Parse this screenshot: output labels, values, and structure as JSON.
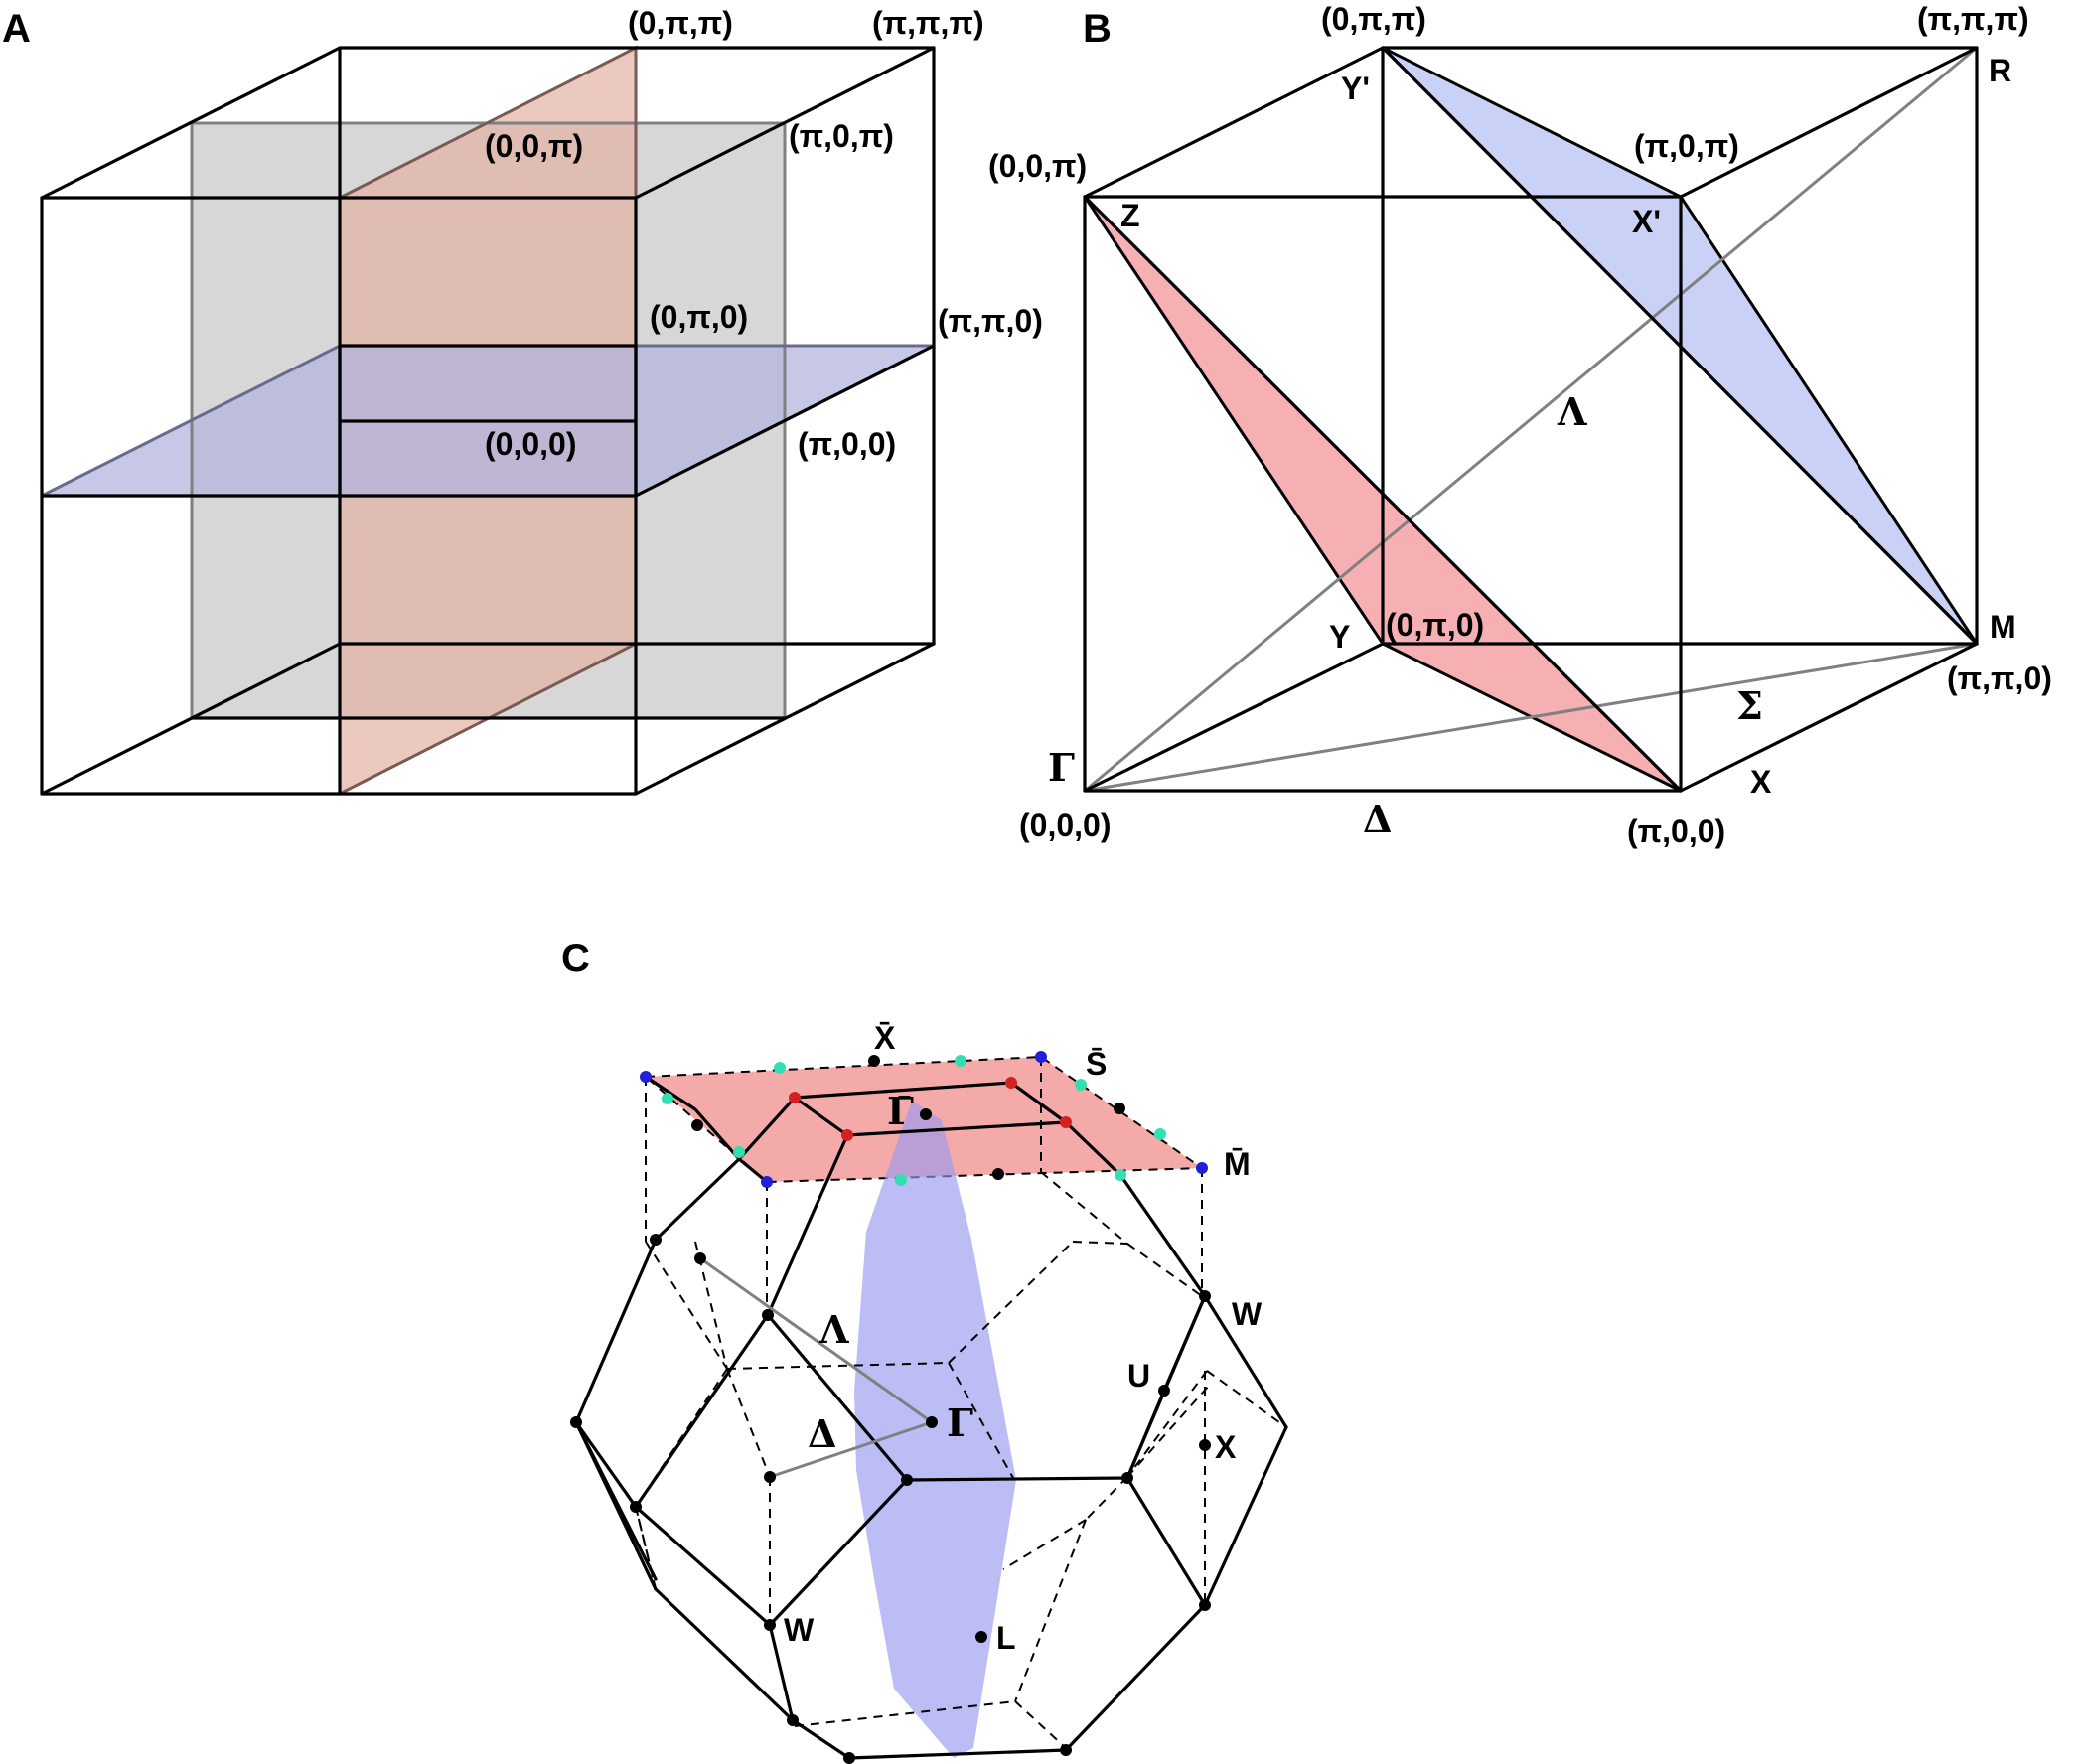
{
  "panels": {
    "A": {
      "letter": "A",
      "labels": {
        "top_left_back": "(0,π,π)",
        "top_right_back": "(π,π,π)",
        "top_mid": "(0,0,π)",
        "top_right": "(π,0,π)",
        "mid_mid": "(0,π,0)",
        "mid_right_back": "(π,π,0)",
        "center": "(0,0,0)",
        "center_right": "(π,0,0)"
      },
      "colors": {
        "gray_plane": "#c8c8c8",
        "red_plane": "#e3b2a4",
        "blue_plane": "#b4b4de"
      }
    },
    "B": {
      "letter": "B",
      "labels": {
        "top_back_left": "(0,π,π)",
        "top_back_right": "(π,π,π)",
        "top_front_left": "(0,0,π)",
        "top_front_right": "(π,0,π)",
        "y_coord": "(0,π,0)",
        "m_coord": "(π,π,0)",
        "gamma_coord": "(0,0,0)",
        "x_coord": "(π,0,0)"
      },
      "points": {
        "R": "R",
        "Y_prime": "Y'",
        "Z": "Z",
        "X_prime": "X'",
        "Y": "Y",
        "M": "M",
        "Gamma": "Γ",
        "X": "X"
      },
      "lines": {
        "Lambda": "Λ",
        "Sigma": "Σ",
        "Delta": "Δ"
      },
      "colors": {
        "red_plane": "#f07e84",
        "blue_plane": "#aab4f0"
      }
    },
    "C": {
      "letter": "C",
      "surface_points": {
        "X_bar": "X̄",
        "S_bar": "S̄",
        "M_bar": "M̄",
        "Gamma_bar": "Γ̄"
      },
      "bulk_points": {
        "W_top": "W",
        "U": "U",
        "X": "X",
        "Lambda": "Λ",
        "Delta": "Δ",
        "Gamma": "Γ",
        "W_bottom": "W",
        "L": "L"
      },
      "colors": {
        "surface_plane": "#f28e8e",
        "blue_plane": "#9a9af0",
        "red_dot": "#d42020",
        "blue_dot": "#2020d8",
        "teal_dot": "#30e0b0"
      }
    }
  }
}
